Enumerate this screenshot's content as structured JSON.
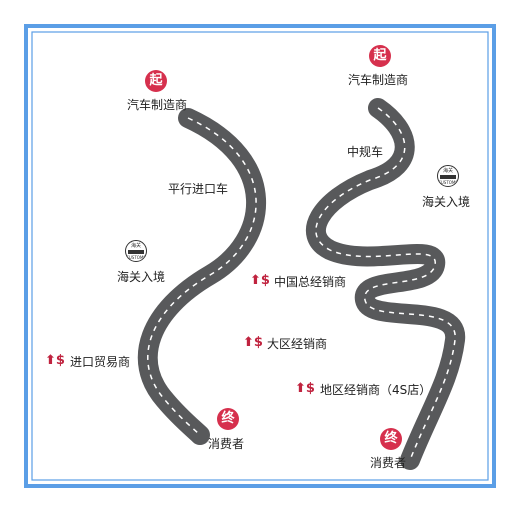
{
  "colors": {
    "frame": "#5b9ee6",
    "road": "#58595b",
    "road_dash": "#ffffff",
    "badge": "#d6304d",
    "money": "#c0233f"
  },
  "icons": {
    "start": "start-badge",
    "end": "end-badge",
    "customs": "customs-emblem-icon",
    "money": "price-up-icon"
  },
  "left_path": {
    "start_badge": "起",
    "start_label": "汽车制造商",
    "route_label": "平行进口车",
    "customs_label": "海关入境",
    "dealer_label": "进口贸易商",
    "end_badge": "终",
    "end_label": "消费者"
  },
  "right_path": {
    "start_badge": "起",
    "start_label": "汽车制造商",
    "route_label": "中规车",
    "customs_label": "海关入境",
    "dealer_labels": [
      "中国总经销商",
      "大区经销商",
      "地区经销商（4S店）"
    ],
    "end_badge": "终",
    "end_label": "消费者"
  },
  "customs_emblem": {
    "top": "海关",
    "bottom": "CUSTOMS"
  },
  "money_symbol": "⬆$"
}
